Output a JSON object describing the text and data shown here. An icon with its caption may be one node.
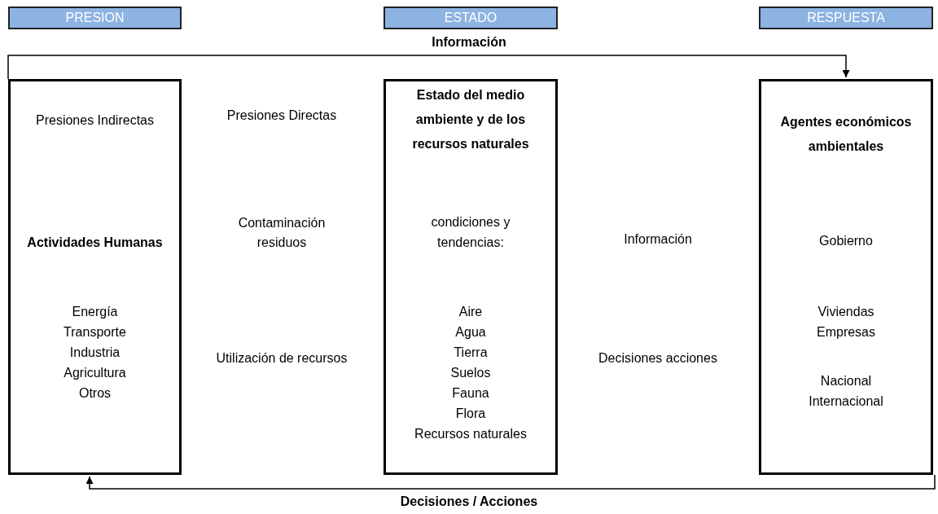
{
  "diagram": {
    "nodes": [
      {
        "text": [
          "PRESION"
        ]
      },
      {
        "text": [
          "ESTADO"
        ]
      },
      {
        "text": [
          "RESPUESTA"
        ]
      },
      {
        "text": [
          "Presiones Indirectas",
          "Actividades Humanas",
          "Energía Transporte Industria Agricultura Otros"
        ]
      },
      {
        "text": [
          "Estado del medio ambiente y de los recursos naturales",
          "condiciones y tendencias:",
          "Aire Agua Tierra Suelos Fauna Flora Recursos naturales"
        ]
      },
      {
        "text": [
          "Agentes económicos ambientales",
          "Gobierno",
          "Viviendas Empresas",
          "Nacional Internacional"
        ]
      }
    ],
    "edges": [
      {
        "from": 3,
        "to": 5,
        "arrow": "to",
        "label": "Información"
      },
      {
        "from": 5,
        "to": 3,
        "arrow": "to",
        "label": "Decisiones / Acciones"
      }
    ],
    "labels": [
      "Presiones Directas",
      "Contaminación residuos",
      "Información",
      "Utilización de recursos",
      "Decisiones acciones"
    ]
  }
}
